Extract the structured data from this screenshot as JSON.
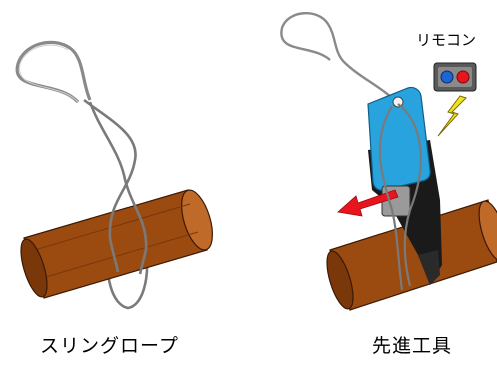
{
  "captions": {
    "left": "スリングロープ",
    "right": "先進工具"
  },
  "labels": {
    "remote": "リモコン"
  },
  "colors": {
    "wood": "#9b4a10",
    "wood_dark": "#5a2806",
    "rope": "#7a7a7a",
    "tool_body": "#29a3dd",
    "tool_dark": "#1a1a1a",
    "arrow": "#e8141e",
    "remote_red": "#e8141e",
    "remote_blue": "#1e64d2",
    "lightning": "#f2e21a"
  }
}
